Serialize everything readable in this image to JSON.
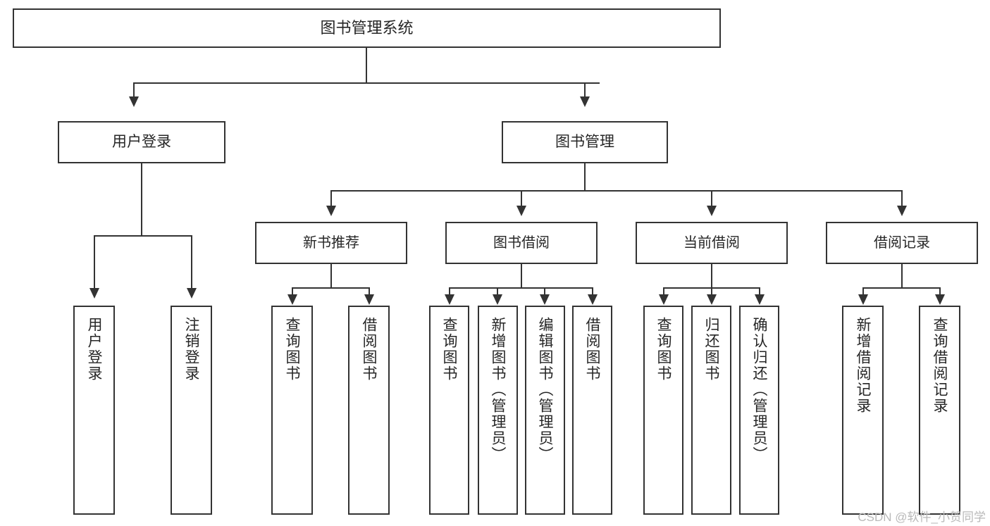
{
  "diagram": {
    "title": "图书管理系统",
    "watermark": "CSDN @软件_小贺同学",
    "colors": {
      "stroke": "#333333",
      "fill": "#ffffff",
      "text": "#262626",
      "watermark": "#b9b9b9",
      "background": "#ffffff"
    },
    "root": {
      "label": "图书管理系统"
    },
    "level2": [
      {
        "label": "用户登录"
      },
      {
        "label": "图书管理"
      }
    ],
    "level3": [
      {
        "label": "新书推荐"
      },
      {
        "label": "图书借阅"
      },
      {
        "label": "当前借阅"
      },
      {
        "label": "借阅记录"
      }
    ],
    "leaves": {
      "user_login": [
        {
          "label": "用户登录"
        },
        {
          "label": "注销登录"
        }
      ],
      "new_book": [
        {
          "label": "查询图书"
        },
        {
          "label": "借阅图书"
        }
      ],
      "book_borrow": [
        {
          "label": "查询图书"
        },
        {
          "label": "新增图书（管理员）"
        },
        {
          "label": "编辑图书（管理员）"
        },
        {
          "label": "借阅图书"
        }
      ],
      "current_borrow": [
        {
          "label": "查询图书"
        },
        {
          "label": "归还图书"
        },
        {
          "label": "确认归还（管理员）"
        }
      ],
      "borrow_record": [
        {
          "label": "新增借阅记录"
        },
        {
          "label": "查询借阅记录"
        }
      ]
    }
  }
}
